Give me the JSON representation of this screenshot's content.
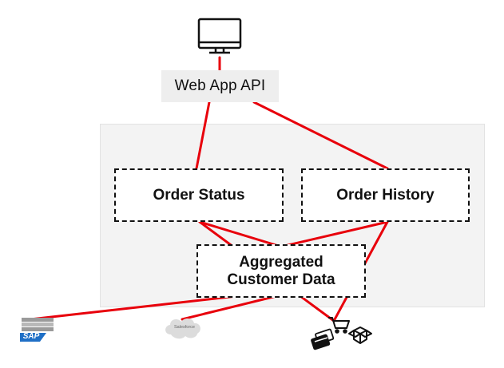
{
  "diagram": {
    "api_label": "Web App API",
    "services": {
      "order_status": "Order Status",
      "order_history": "Order History",
      "aggregated_line1": "Aggregated",
      "aggregated_line2": "Customer Data"
    },
    "sources": {
      "sap_label": "SAP",
      "salesforce_label": "Salesforce"
    },
    "icons": [
      "monitor-icon",
      "sap-server-icon",
      "salesforce-cloud-icon",
      "shopping-cart-icon",
      "credit-cards-icon",
      "box-icon"
    ],
    "colors": {
      "connector": "#e8000b",
      "box_border": "#111111",
      "panel_bg": "#f3f3f3",
      "api_bg": "#eeeeee",
      "sap_blue": "#1f6fc6"
    }
  }
}
